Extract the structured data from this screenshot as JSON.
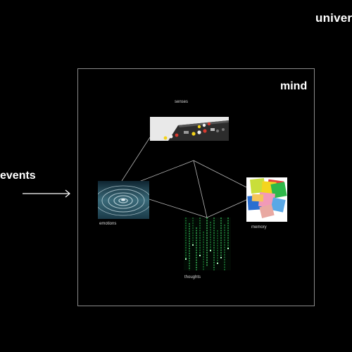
{
  "outer": {
    "label": "univers"
  },
  "input": {
    "label": "events"
  },
  "mind": {
    "label": "mind"
  },
  "nodes": {
    "senses": {
      "caption": "senses"
    },
    "emotions": {
      "caption": "emotions"
    },
    "memory": {
      "caption": "memory"
    },
    "thoughts": {
      "caption": "thoughts"
    }
  },
  "colors": {
    "background": "#000000",
    "text": "#ffffff",
    "frame": "#8a8a8a",
    "links": "#b8b8b8"
  }
}
